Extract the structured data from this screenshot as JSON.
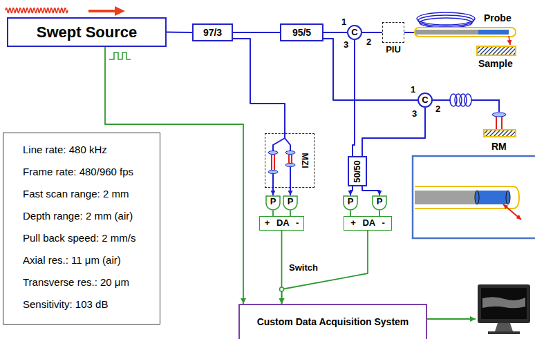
{
  "diagram": {
    "nodes": [
      {
        "text": [
          "Swept Source"
        ]
      },
      {
        "text": [
          "97/3"
        ]
      },
      {
        "text": [
          "95/5"
        ]
      },
      {
        "text": [
          "C"
        ]
      },
      {
        "text": [
          "PIU"
        ]
      },
      {
        "text": [
          "C"
        ]
      },
      {
        "text": [
          "Line rate: 480 kHz",
          "Frame rate: 480/960 fps",
          "Fast scan range: 2 mm",
          "Depth range: 2 mm (air)",
          "Pull back speed: 2 mm/s",
          "Axial res.: 11 μm (air)",
          "Transverse res.: 20 μm",
          "Sensitivity: 103 dB"
        ]
      },
      {
        "text": [
          "MZI"
        ]
      },
      {
        "text": [
          "50/50"
        ]
      },
      {
        "text": [
          "P"
        ]
      },
      {
        "text": [
          "P"
        ]
      },
      {
        "text": [
          "P"
        ]
      },
      {
        "text": [
          "P"
        ]
      },
      {
        "text": [
          "+ DA -"
        ]
      },
      {
        "text": [
          "+ DA -"
        ]
      },
      {
        "text": [
          "Custom Data Acquisition System"
        ]
      }
    ],
    "edges": [
      {
        "from": 0,
        "to": 1,
        "arrow": "none"
      },
      {
        "from": 1,
        "to": 2,
        "arrow": "none"
      },
      {
        "from": 1,
        "to": 7,
        "arrow": "none"
      },
      {
        "from": 2,
        "to": 3,
        "arrow": "none"
      },
      {
        "from": 2,
        "to": 5,
        "arrow": "none"
      },
      {
        "from": 3,
        "to": 4,
        "arrow": "none"
      },
      {
        "from": 3,
        "to": 8,
        "arrow": "none"
      },
      {
        "from": 5,
        "to": 8,
        "arrow": "none"
      },
      {
        "from": 7,
        "to": 9,
        "arrow": "to"
      },
      {
        "from": 7,
        "to": 10,
        "arrow": "to"
      },
      {
        "from": 8,
        "to": 11,
        "arrow": "to"
      },
      {
        "from": 8,
        "to": 12,
        "arrow": "to"
      },
      {
        "from": 9,
        "to": 13,
        "arrow": "none"
      },
      {
        "from": 10,
        "to": 13,
        "arrow": "none"
      },
      {
        "from": 11,
        "to": 14,
        "arrow": "none"
      },
      {
        "from": 12,
        "to": 14,
        "arrow": "none"
      },
      {
        "from": 13,
        "to": 15,
        "arrow": "to"
      },
      {
        "from": 14,
        "to": 15,
        "arrow": "to"
      },
      {
        "from": 0,
        "to": 15,
        "arrow": "to"
      }
    ],
    "labels": [
      "1",
      "2",
      "3",
      "Probe",
      "Sample",
      "1",
      "2",
      "3",
      "RM",
      "Switch"
    ]
  }
}
